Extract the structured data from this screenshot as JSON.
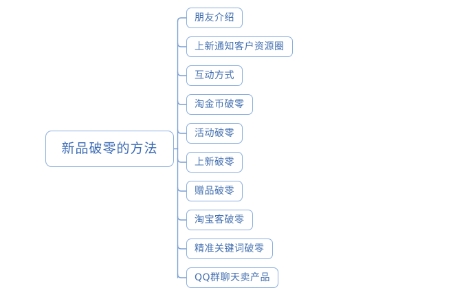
{
  "diagram": {
    "type": "mind-map",
    "title": "新品破零的方法",
    "background_color": "#ffffff",
    "accent_color": "#8aaede",
    "line_color": "#7a9fd4",
    "root_text_color": "#3a6ab4",
    "node_text_color": "#4470b0",
    "root": {
      "label": "新品破零的方法"
    },
    "branches": [
      {
        "label": "朋友介绍"
      },
      {
        "label": "上新通知客户资源圈"
      },
      {
        "label": "互动方式"
      },
      {
        "label": "淘金币破零"
      },
      {
        "label": "活动破零"
      },
      {
        "label": "上新破零"
      },
      {
        "label": "赠品破零"
      },
      {
        "label": "淘宝客破零"
      },
      {
        "label": "精准关键词破零"
      },
      {
        "label": "QQ群聊天卖产品"
      }
    ]
  }
}
